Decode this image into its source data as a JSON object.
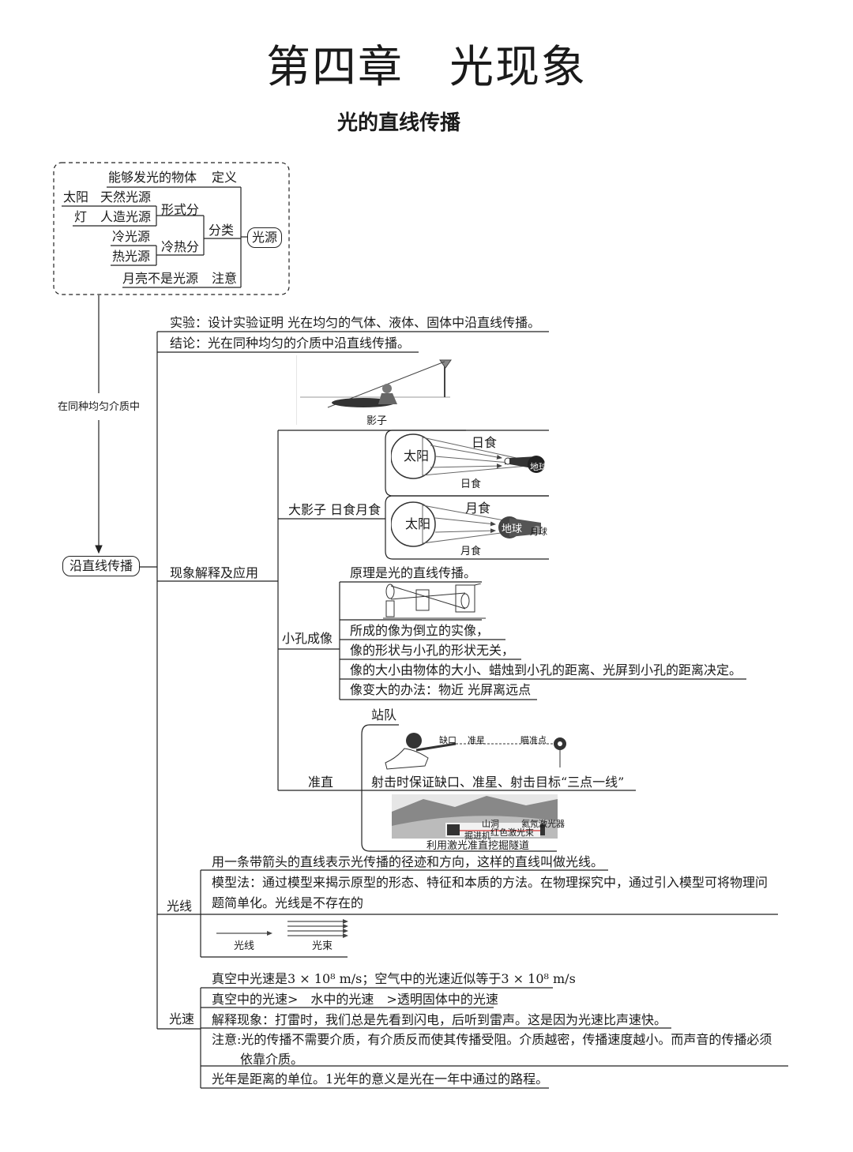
{
  "header": {
    "chapter_title": "第四章　光现象",
    "section_title": "光的直线传播"
  },
  "light_source": {
    "root": "光源",
    "definition_label": "定义",
    "definition": "能够发光的物体",
    "classify_label": "分类",
    "form_label": "形式分",
    "natural": "天然光源",
    "natural_example": "太阳",
    "artificial": "人造光源",
    "artificial_example": "灯",
    "temp_label": "冷热分",
    "cold": "冷光源",
    "hot": "热光源",
    "note_label": "注意",
    "note": "月亮不是光源"
  },
  "arrow_label": "在同种均匀介质中",
  "main_node": "沿直线传播",
  "experiment": "实验：设计实验证明 光在均匀的气体、液体、固体中沿直线传播。",
  "conclusion": "结论：光在同种均匀的介质中沿直线传播。",
  "phenomena": {
    "label": "现象解释及应用",
    "shadow_caption": "影子",
    "eclipse_label": "大影子 日食月食",
    "solar": {
      "sun": "太阳",
      "top_label": "日食",
      "caption": "日食",
      "earth": "地球"
    },
    "lunar": {
      "sun": "太阳",
      "top_label": "月食",
      "caption": "月食",
      "earth": "地球",
      "moon": "月球"
    },
    "pinhole_label": "小孔成像",
    "pinhole_principle": "原理是光的直线传播。",
    "pinhole_items": [
      "所成的像为倒立的实像，",
      "像的形状与小孔的形状无关，",
      "像的大小由物体的大小、蜡烛到小孔的距离、光屏到小孔的距离决定。",
      "像变大的办法：物近 光屏离远点"
    ],
    "collimate_label": "准直",
    "queue": "站队",
    "rifle_labels": {
      "notch": "缺口",
      "sight": "准星",
      "target": "瞄准点"
    },
    "aim": "射击时保证缺口、准星、射击目标“三点一线”",
    "tunnel_labels": {
      "mountain": "山洞",
      "laser_device": "氦氖激光器",
      "beam": "红色激光束",
      "machine": "掘进机"
    },
    "tunnel_caption": "利用激光准直挖掘隧道"
  },
  "ray": {
    "label": "光线",
    "item1": "用一条带箭头的直线表示光传播的径迹和方向，这样的直线叫做光线。",
    "item2a": "模型法：通过模型来揭示原型的形态、特征和本质的方法。在物理探究中，通过引入模型可将物理问",
    "item2b": "题简单化。光线是不存在的",
    "ray_caption": "光线",
    "beam_caption": "光束"
  },
  "speed": {
    "label": "光速",
    "item1": "真空中光速是3 × 10⁸ m/s；空气中的光速近似等于3 × 10⁸ m/s",
    "item2": "真空中的光速>　水中的光速　>透明固体中的光速",
    "item3": "解释现象：打雷时，我们总是先看到闪电，后听到雷声。这是因为光速比声速快。",
    "item4a": "注意:光的传播不需要介质，有介质反而使其传播受阻。介质越密，传播速度越小。而声音的传播必须",
    "item4b": "依靠介质。",
    "item5": "光年是距离的单位。1光年的意义是光在一年中通过的路程。"
  }
}
